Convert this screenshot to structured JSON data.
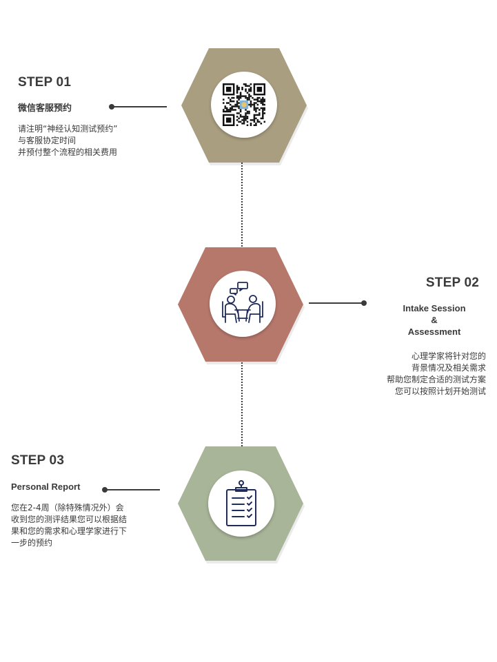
{
  "colors": {
    "step1_hex": "#A99E80",
    "step2_hex": "#B7786C",
    "step3_hex": "#A8B598",
    "icon_navy": "#1f2b5a",
    "text": "#3a3a3a"
  },
  "steps": [
    {
      "title": "STEP 01",
      "subtitle": "微信客服预约",
      "desc": [
        "请注明“神经认知测试预约”",
        "与客服协定时间",
        "并预付整个流程的相关费用"
      ],
      "icon": "qr-code-icon"
    },
    {
      "title": "STEP 02",
      "subtitle": [
        "Intake Session",
        "&",
        "Assessment"
      ],
      "desc": [
        "心理学家将针对您的",
        "背景情况及相关需求",
        "帮助您制定合适的测试方案",
        "您可以按照计划开始测试"
      ],
      "icon": "consultation-meeting-icon"
    },
    {
      "title": "STEP 03",
      "subtitle": "Personal Report",
      "desc": "您在2-4周（除特殊情况外）会收到您的测评结果您可以根据结果和您的需求和心理学家进行下一步的预约",
      "icon": "checklist-clipboard-icon"
    }
  ]
}
